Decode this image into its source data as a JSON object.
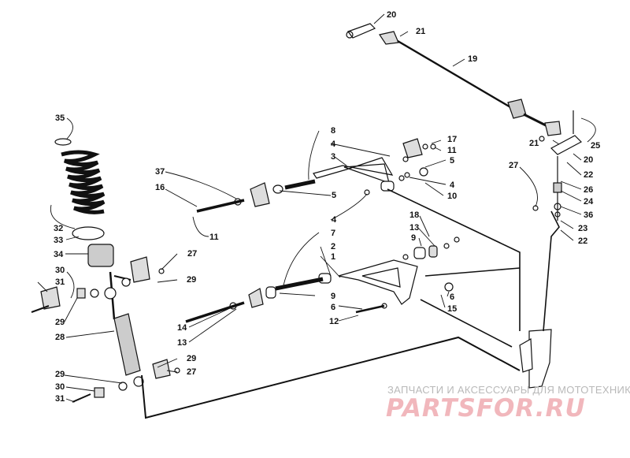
{
  "labels": {
    "n20a": "20",
    "n21a": "21",
    "n19": "19",
    "n35": "35",
    "n8": "8",
    "n4a": "4",
    "n3": "3",
    "n17": "17",
    "n11a": "11",
    "n5a": "5",
    "n4b": "4",
    "n10": "10",
    "n37": "37",
    "n16": "16",
    "n5b": "5",
    "n4c": "4",
    "n21b": "21",
    "n27a": "27",
    "n25": "25",
    "n20b": "20",
    "n22a": "22",
    "n26": "26",
    "n24": "24",
    "n36": "36",
    "n23": "23",
    "n22b": "22",
    "n32": "32",
    "n33": "33",
    "n34": "34",
    "n11b": "11",
    "n27b": "27",
    "n18": "18",
    "n7": "7",
    "n13a": "13",
    "n9a": "9",
    "n2": "2",
    "n1": "1",
    "n30a": "30",
    "n31a": "31",
    "n29a": "29",
    "n29b": "29",
    "n9b": "9",
    "n6a": "6",
    "n6b": "6",
    "n15": "15",
    "n12": "12",
    "n14": "14",
    "n13b": "13",
    "n28": "28",
    "n29c": "29",
    "n29d": "29",
    "n27c": "27",
    "n30b": "30",
    "n31b": "31"
  },
  "watermark": {
    "subtitle": "ЗАПЧАСТИ И АКСЕССУАРЫ ДЛЯ МОТОТЕХНИКИ",
    "brand": "PARTSFOR.RU"
  }
}
